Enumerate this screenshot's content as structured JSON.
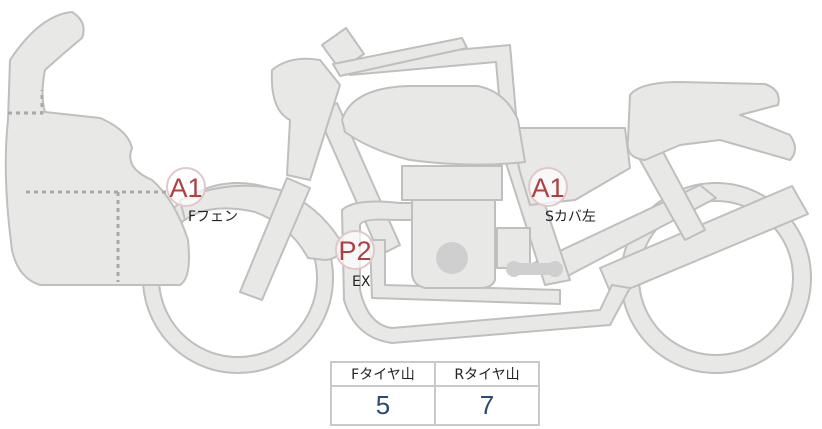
{
  "colors": {
    "body_fill": "#e8e8e6",
    "body_stroke": "#bfbfbd",
    "marker_text": "#b04040",
    "marker_ring": "#e0c8c8",
    "dotted": "#a9a9a9",
    "value_text": "#2b4a7a"
  },
  "markers": [
    {
      "id": "fender",
      "code": "A1",
      "part": "Fフェン"
    },
    {
      "id": "exhaust",
      "code": "P2",
      "part": "EX"
    },
    {
      "id": "side-cover",
      "code": "A1",
      "part": "Sカバ左"
    }
  ],
  "tread_table": {
    "front_label": "Fタイヤ山",
    "rear_label": "Rタイヤ山",
    "front_value": "5",
    "rear_value": "7"
  }
}
